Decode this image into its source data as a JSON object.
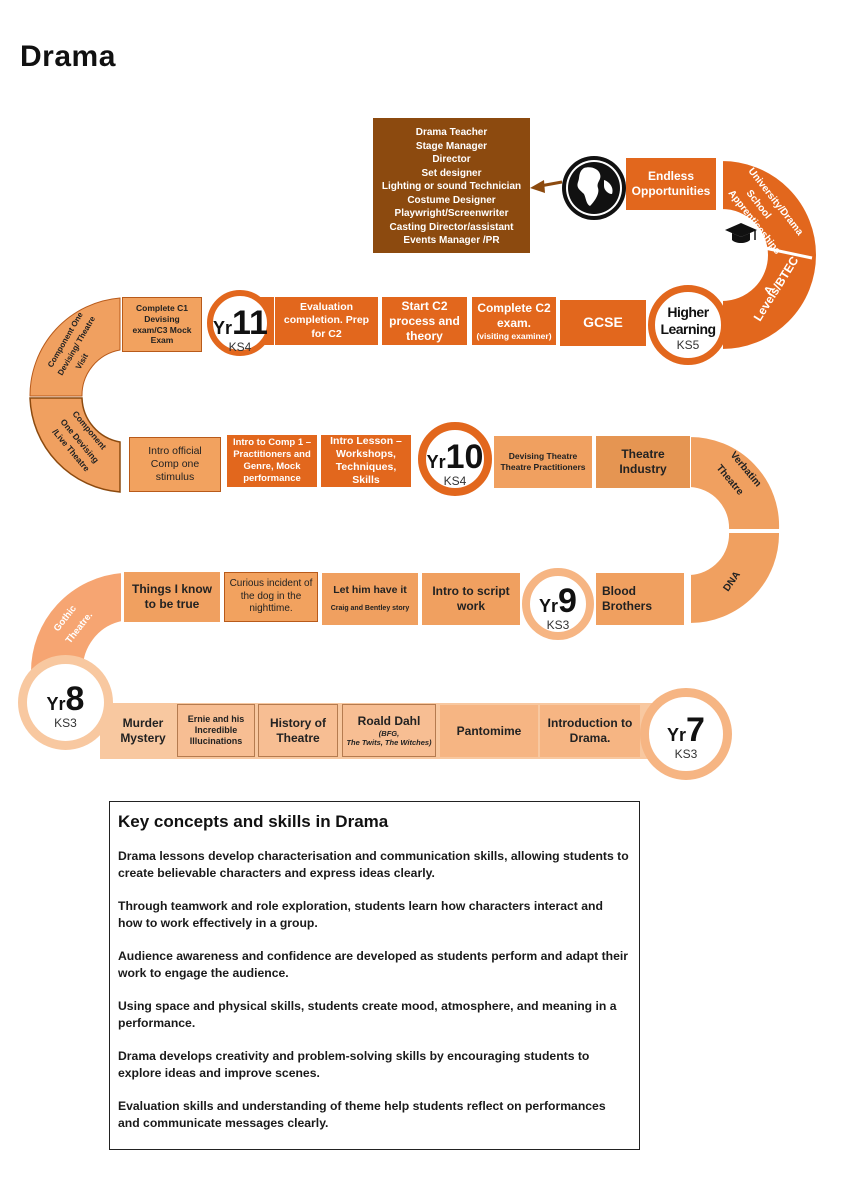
{
  "title": "Drama",
  "careers": [
    "Drama Teacher",
    "Stage Manager",
    "Director",
    "Set designer",
    "Lighting or sound Technician",
    "Costume Designer",
    "Playwright/Screenwriter",
    "Casting Director/assistant",
    "Events Manager /PR"
  ],
  "top": {
    "endless": "Endless Opportunities",
    "university": [
      "University/Drama",
      "School",
      "Apprenticeships"
    ],
    "alevels": [
      "A",
      "Levels/BTEC"
    ],
    "higher_title": "Higher Learning",
    "higher_ks": "KS5"
  },
  "row1": {
    "gcse": "GCSE",
    "complete_c2": "Complete C2 exam.",
    "complete_c2_note": "(visiting examiner)",
    "start_c2": "Start C2 process and theory",
    "evaluation": "Evaluation completion. Prep for C2",
    "yr_prefix": "Yr",
    "yr_num": "11",
    "yr_ks": "KS4",
    "complete_c1": "Complete C1 Devising exam/C3 Mock Exam"
  },
  "left_curve": {
    "upper": [
      "Component One",
      "Devising/ Theatre",
      "Visit"
    ],
    "lower": [
      "Component",
      "One Devising",
      "/Live Theatre"
    ]
  },
  "row2": {
    "intro_official": "Intro official Comp one stimulus",
    "intro_comp1": "Intro to Comp 1 – Practitioners and Genre, Mock performance",
    "intro_lesson": "Intro Lesson – Workshops, Techniques, Skills",
    "yr_prefix": "Yr",
    "yr_num": "10",
    "yr_ks": "KS4",
    "devising": "Devising Theatre Theatre Practitioners",
    "theatre_industry": "Theatre Industry"
  },
  "right_curve": {
    "verbatim": [
      "Verbatim",
      "Theatre"
    ],
    "dna": "DNA"
  },
  "row3": {
    "blood": "Blood Brothers",
    "yr_prefix": "Yr",
    "yr_num": "9",
    "yr_ks": "KS3",
    "intro_script": "Intro to script work",
    "let_him": "Let him have it",
    "let_him_note": "Craig and Bentley story",
    "curious": "Curious incident of the dog in the nighttime.",
    "things": "Things I know to be true"
  },
  "gothic": [
    "Gothic",
    "Theatre."
  ],
  "row4": {
    "yr8_prefix": "Yr",
    "yr8_num": "8",
    "yr8_ks": "KS3",
    "murder": "Murder Mystery",
    "ernie": "Ernie and his Incredible Illucinations",
    "history": "History of Theatre",
    "dahl": "Roald Dahl",
    "dahl_note1": "(BFG,",
    "dahl_note2": "The Twits, The Witches)",
    "pantomime": "Pantomime",
    "intro_drama": "Introduction to Drama.",
    "yr7_prefix": "Yr",
    "yr7_num": "7",
    "yr7_ks": "KS3"
  },
  "key": {
    "heading": "Key concepts and skills in Drama",
    "paragraphs": [
      "Drama lessons develop characterisation and communication skills, allowing students to create believable characters and express ideas clearly.",
      "Through teamwork and role exploration, students learn how characters interact and how to work effectively in a group.",
      "Audience awareness and confidence are developed as students perform and adapt their work to engage the audience.",
      "Using space and physical skills, students create mood, atmosphere, and meaning in a performance.",
      "Drama develops creativity and problem-solving skills by encouraging students to explore ideas and improve scenes.",
      "Evaluation skills and understanding of theme help students reflect on performances and communicate messages clearly."
    ]
  }
}
